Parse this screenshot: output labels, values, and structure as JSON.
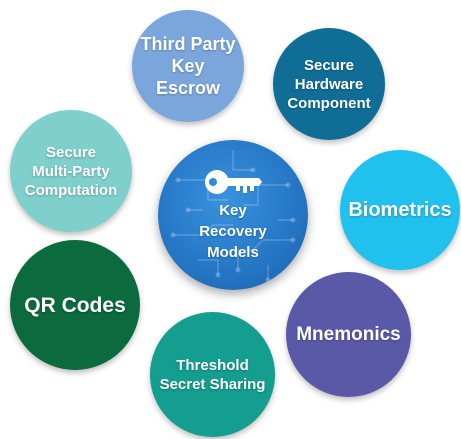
{
  "diagram": {
    "center": {
      "label": "Key\nRecovery\nModels",
      "color": "#2476c4",
      "icon": "key-icon"
    },
    "nodes": [
      {
        "id": "third-party-key-escrow",
        "label": "Third Party\nKey\nEscrow",
        "color": "#7aa6dc"
      },
      {
        "id": "secure-hardware-component",
        "label": "Secure\nHardware\nComponent",
        "color": "#106e96"
      },
      {
        "id": "secure-multi-party-computation",
        "label": "Secure\nMulti-Party\nComputation",
        "color": "#7fcfcc"
      },
      {
        "id": "biometrics",
        "label": "Biometrics",
        "color": "#21c1ee"
      },
      {
        "id": "qr-codes",
        "label": "QR Codes",
        "color": "#0b6a3e"
      },
      {
        "id": "mnemonics",
        "label": "Mnemonics",
        "color": "#5a59a7"
      },
      {
        "id": "threshold-secret-sharing",
        "label": "Threshold\nSecret Sharing",
        "color": "#139e8f"
      }
    ]
  }
}
